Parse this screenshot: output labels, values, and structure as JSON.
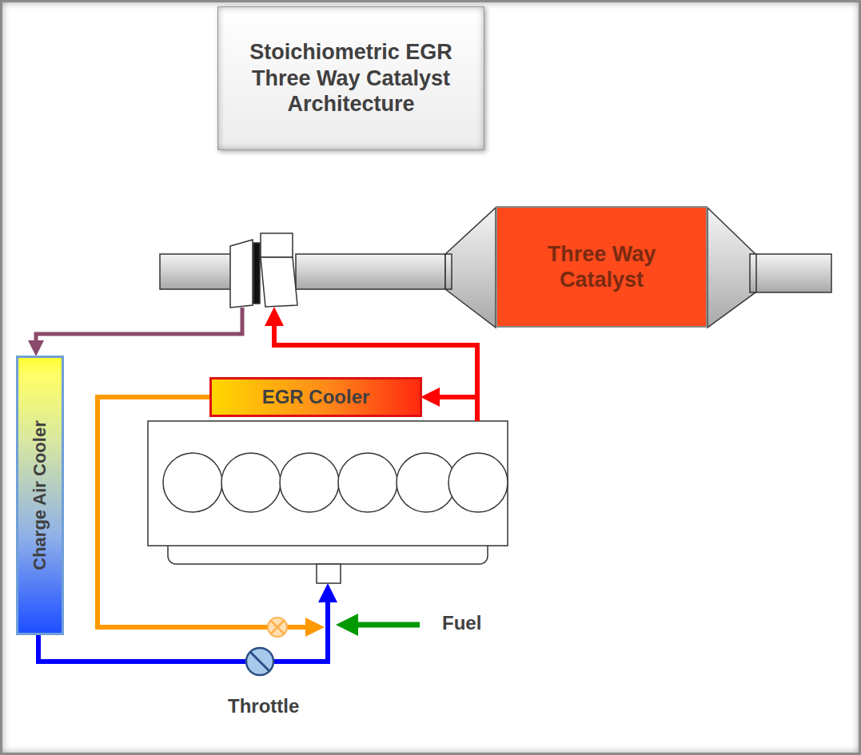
{
  "diagram": {
    "title": "Stoichiometric EGR Three Way Catalyst Architecture",
    "nodes": [
      {
        "text": [
          "Three Way Catalyst"
        ]
      },
      {
        "text": [
          "EGR Cooler"
        ]
      },
      {
        "text": [
          "Charge Air Cooler"
        ]
      }
    ],
    "labels": [
      "Fuel",
      "Throttle"
    ]
  }
}
